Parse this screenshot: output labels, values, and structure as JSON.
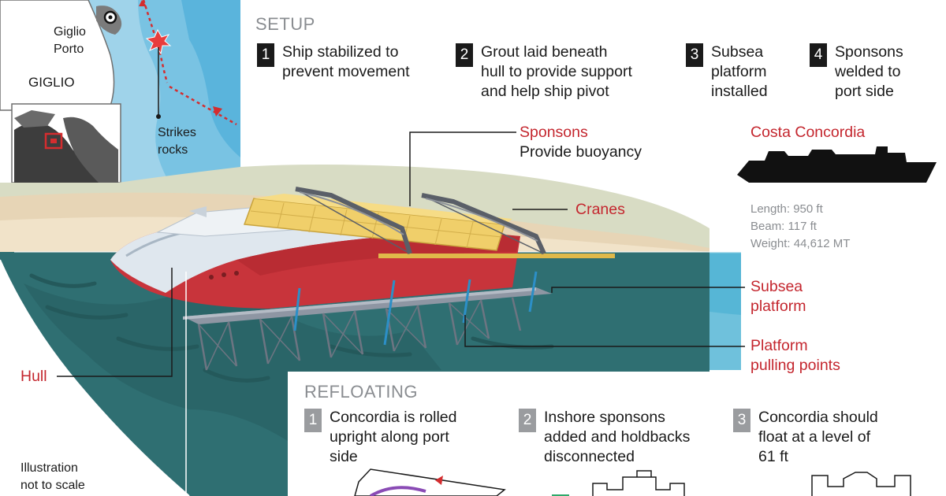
{
  "map": {
    "town": "Giglio\nPorto",
    "island": "GIGLIO",
    "strike": "Strikes\nrocks"
  },
  "setup": {
    "title": "SETUP",
    "steps": [
      {
        "num": "1",
        "text": "Ship stabilized to\nprevent movement"
      },
      {
        "num": "2",
        "text": "Grout laid beneath\nhull to provide support\nand help ship pivot"
      },
      {
        "num": "3",
        "text": "Subsea\nplatform\ninstalled"
      },
      {
        "num": "4",
        "text": "Sponsons\nwelded to\nport side"
      }
    ]
  },
  "labels": {
    "sponsons": "Sponsons",
    "sponsons_desc": "Provide buoyancy",
    "cranes": "Cranes",
    "subsea": "Subsea\nplatform",
    "pulling": "Platform\npulling points",
    "hull": "Hull",
    "note": "Illustration\nnot to scale"
  },
  "ship": {
    "name": "Costa Concordia",
    "length": "Length: 950 ft",
    "beam": "Beam: 117 ft",
    "weight": "Weight: 44,612 MT"
  },
  "refloating": {
    "title": "REFLOATING",
    "steps": [
      {
        "num": "1",
        "text": "Concordia is rolled\nupright along port\nside"
      },
      {
        "num": "2",
        "text": "Inshore sponsons\nadded and holdbacks\ndisconnected"
      },
      {
        "num": "3",
        "text": "Concordia should\nfloat at a level of\n61 ft"
      }
    ]
  },
  "colors": {
    "label_red": "#c4262e",
    "sea_dark": "#2f6f72",
    "sea_light": "#4fb6d6",
    "hull_red": "#c8343b",
    "sponson_yellow": "#f0cf6a"
  }
}
